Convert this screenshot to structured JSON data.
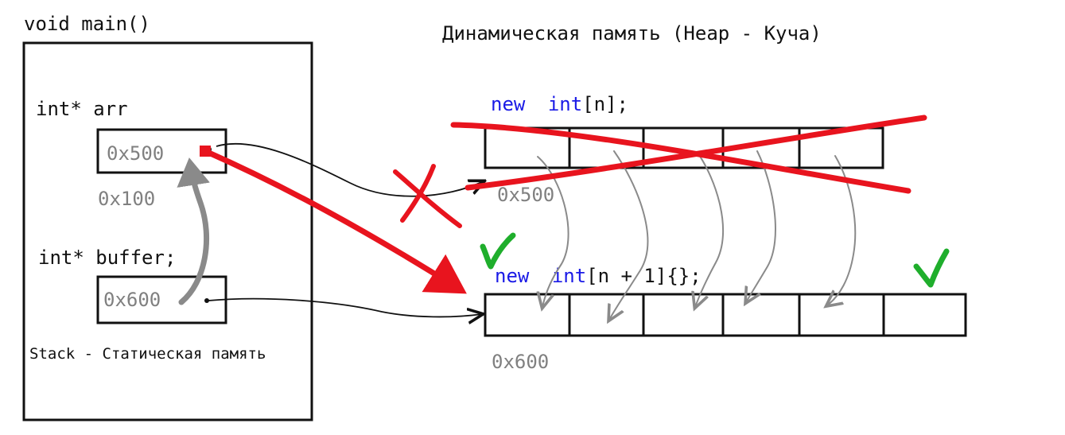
{
  "stack": {
    "function_header": "void main()",
    "caption": "Stack - Статическая память",
    "vars": [
      {
        "decl": "int* arr",
        "value": "0x500",
        "address": "0x100"
      },
      {
        "decl": "int* buffer;",
        "value": "0x600"
      }
    ]
  },
  "heap": {
    "title": "Динамическая память (Heap - Куча)",
    "old_array": {
      "expr_keyword": "new",
      "expr_type": "int",
      "expr_rest": "[n];",
      "address": "0x500",
      "cells": 5,
      "status": "deleted"
    },
    "new_array": {
      "expr_keyword": "new",
      "expr_type": "int",
      "expr_rest": "[n + 1]{};",
      "address": "0x600",
      "cells": 6,
      "status": "ok"
    }
  },
  "colors": {
    "text": "#111111",
    "address_gray": "#808080",
    "keyword_blue": "#1a1ae6",
    "annotation_red": "#e8141e",
    "check_green": "#1fae2c",
    "copy_arrow_gray": "#8a8a8a"
  },
  "icons": [
    "cross-mark-icon",
    "check-mark-icon",
    "check-mark-icon"
  ]
}
